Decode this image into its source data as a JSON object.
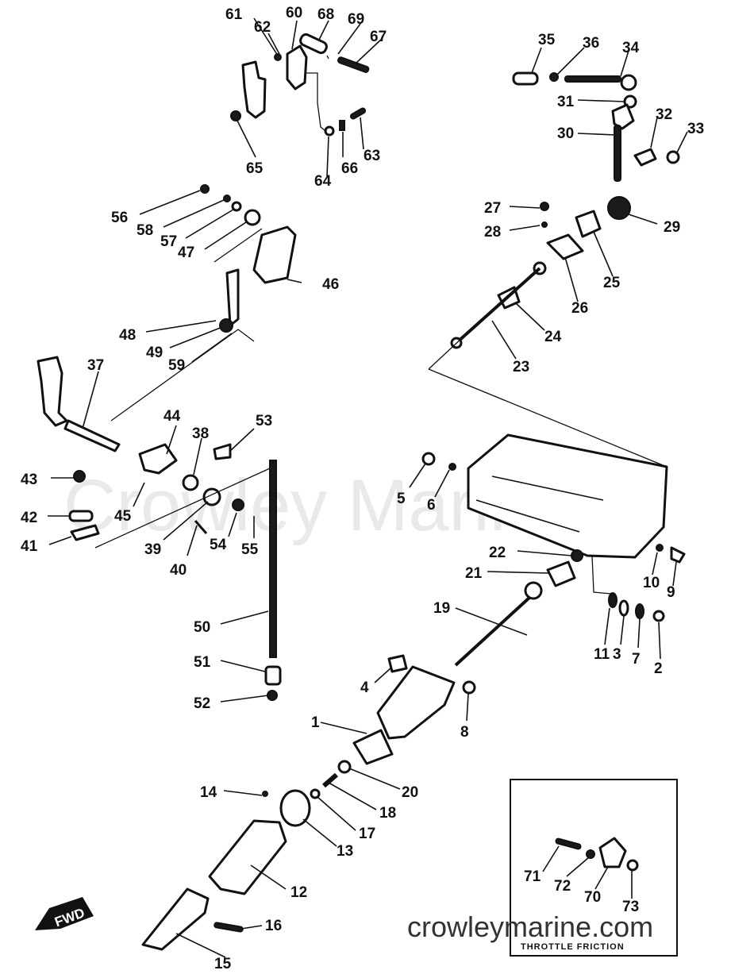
{
  "watermark": "Crowley Marine",
  "site": "crowleymarine.com",
  "inset_label": "THROTTLE FRICTION",
  "fwd_label": "FWD",
  "callouts": {
    "n1": "1",
    "n2": "2",
    "n3": "3",
    "n4": "4",
    "n5": "5",
    "n6": "6",
    "n7": "7",
    "n8": "8",
    "n9": "9",
    "n10": "10",
    "n11": "11",
    "n12": "12",
    "n13": "13",
    "n14": "14",
    "n15": "15",
    "n16": "16",
    "n17": "17",
    "n18": "18",
    "n19": "19",
    "n20": "20",
    "n21": "21",
    "n22": "22",
    "n23": "23",
    "n24": "24",
    "n25": "25",
    "n26": "26",
    "n27": "27",
    "n28": "28",
    "n29": "29",
    "n30": "30",
    "n31": "31",
    "n32": "32",
    "n33": "33",
    "n34": "34",
    "n35": "35",
    "n36": "36",
    "n37": "37",
    "n38": "38",
    "n39": "39",
    "n40": "40",
    "n41": "41",
    "n42": "42",
    "n43": "43",
    "n44": "44",
    "n45": "45",
    "n46": "46",
    "n47": "47",
    "n48": "48",
    "n49": "49",
    "n50": "50",
    "n51": "51",
    "n52": "52",
    "n53": "53",
    "n54": "54",
    "n55": "55",
    "n56": "56",
    "n57": "57",
    "n58": "58",
    "n59": "59",
    "n60": "60",
    "n61": "61",
    "n62": "62",
    "n63": "63",
    "n64": "64",
    "n65": "65",
    "n66": "66",
    "n67": "67",
    "n68": "68",
    "n69": "69",
    "n70": "70",
    "n71": "71",
    "n72": "72",
    "n73": "73"
  }
}
